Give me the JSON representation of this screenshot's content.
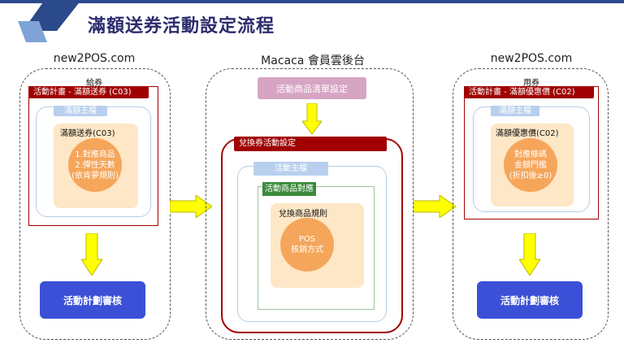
{
  "title": "滿額送券活動設定流程",
  "colors": {
    "red": "#a00000",
    "blue_btn": "#3b50d6",
    "arrow_yellow": "#ffff00",
    "peach": "#fde7c6",
    "orange": "#f5a65b"
  },
  "left": {
    "system": "new2POS.com",
    "section": "給券",
    "plan_bar": "活動計畫 - 滿額送券 (C03)",
    "master_tag": "滿額主檔",
    "inner_title": "滿額送券(C03)",
    "circle_text": "1.對應商品\n2.彈性天數\n(依肯夢規則)",
    "review_button": "活動計劃審核"
  },
  "middle": {
    "system": "Macaca 會員雲後台",
    "product_list_button": "活動商品清單設定",
    "exchange_bar": "兌換券活動設定",
    "master_tag": "活動主檔",
    "product_map_bar": "活動商品對應",
    "rule_title": "兌換商品規則",
    "circle_text": "POS\n核銷方式"
  },
  "right": {
    "system": "new2POS.com",
    "section": "用券",
    "plan_bar": "活動計畫 - 滿額優惠價 (C02)",
    "master_tag": "滿額主檔",
    "inner_title": "滿額優惠價(C02)",
    "circle_text": "對應條碼\n金額門檻\n(折扣後≥0)",
    "review_button": "活動計劃審核"
  }
}
